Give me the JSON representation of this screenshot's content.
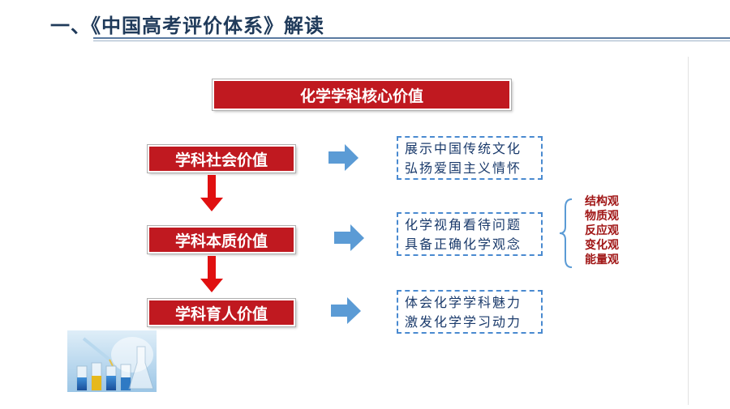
{
  "title": "一、《中国高考评价体系》解读",
  "core": "化学学科核心价值",
  "values": [
    {
      "label": "学科社会价值",
      "desc": [
        "展示中国传统文化",
        "弘扬爱国主义情怀"
      ]
    },
    {
      "label": "学科本质价值",
      "desc": [
        "化学视角看待问题",
        "具备正确化学观念"
      ]
    },
    {
      "label": "学科育人价值",
      "desc": [
        "体会化学学科魅力",
        "激发化学学习动力"
      ]
    }
  ],
  "views": [
    "结构观",
    "物质观",
    "反应观",
    "变化观",
    "能量观"
  ],
  "colors": {
    "red": "#c01920",
    "arrow_blue": "#5b9bd5",
    "dash_blue": "#4a8ad0",
    "title": "#1f3a5a",
    "view_red": "#a01616"
  },
  "icons": {
    "down_arrow": "down-arrow-icon",
    "right_arrow": "right-arrow-icon",
    "brace": "curly-brace-icon"
  }
}
